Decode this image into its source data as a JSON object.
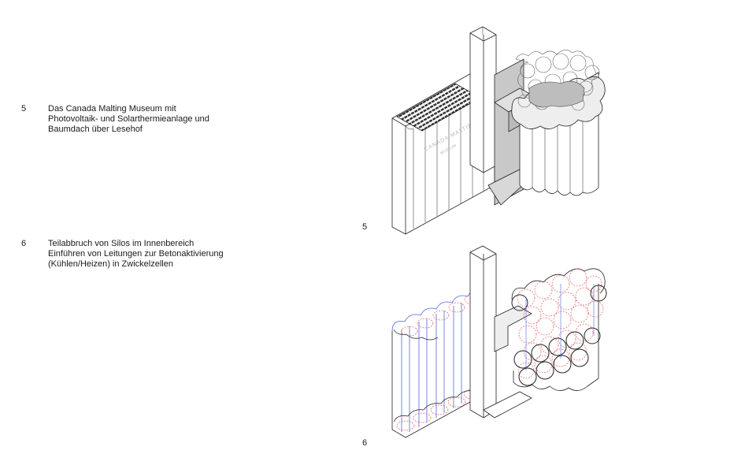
{
  "captions": [
    {
      "number": "5",
      "lines": [
        "Das Canada Malting Museum mit",
        "Photovoltaik- und Solarthermieanlage und",
        "Baumdach über Lesehof"
      ]
    },
    {
      "number": "6",
      "lines": [
        "Teilabbruch von Silos im Innenbereich",
        "Einführen von Leitungen zur Betonaktivierung",
        "(Kühlen/Heizen) in Zwickelzellen"
      ]
    }
  ],
  "figures": [
    {
      "label": "5",
      "building_sign_line1": "CANADA MALTING",
      "building_sign_line2": "MUSEUM"
    },
    {
      "label": "6"
    }
  ],
  "colors": {
    "line": "#222222",
    "shade": "#c8c8c8",
    "pipe_blue": "#5566dd",
    "pipe_red": "#e04040"
  }
}
